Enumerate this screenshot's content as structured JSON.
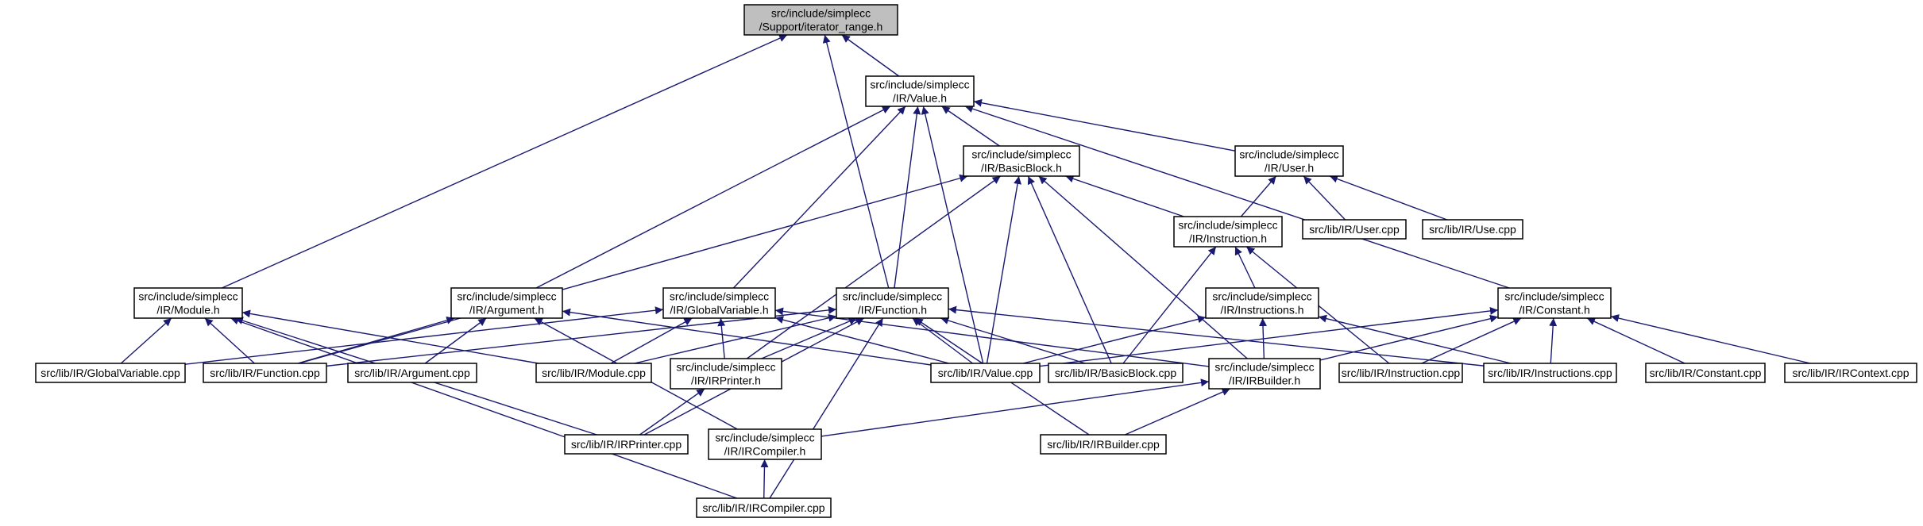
{
  "graph": {
    "nodes": [
      {
        "id": "iterator_range",
        "lines": [
          "src/include/simplecc",
          "/Support/iterator_range.h"
        ],
        "root": true
      },
      {
        "id": "value_h",
        "lines": [
          "src/include/simplecc",
          "/IR/Value.h"
        ]
      },
      {
        "id": "basicblock_h",
        "lines": [
          "src/include/simplecc",
          "/IR/BasicBlock.h"
        ]
      },
      {
        "id": "user_h",
        "lines": [
          "src/include/simplecc",
          "/IR/User.h"
        ]
      },
      {
        "id": "instruction_h",
        "lines": [
          "src/include/simplecc",
          "/IR/Instruction.h"
        ]
      },
      {
        "id": "user_cpp",
        "lines": [
          "src/lib/IR/User.cpp"
        ]
      },
      {
        "id": "use_cpp",
        "lines": [
          "src/lib/IR/Use.cpp"
        ]
      },
      {
        "id": "module_h",
        "lines": [
          "src/include/simplecc",
          "/IR/Module.h"
        ]
      },
      {
        "id": "argument_h",
        "lines": [
          "src/include/simplecc",
          "/IR/Argument.h"
        ]
      },
      {
        "id": "globalvariable_h",
        "lines": [
          "src/include/simplecc",
          "/IR/GlobalVariable.h"
        ]
      },
      {
        "id": "function_h",
        "lines": [
          "src/include/simplecc",
          "/IR/Function.h"
        ]
      },
      {
        "id": "instructions_h",
        "lines": [
          "src/include/simplecc",
          "/IR/Instructions.h"
        ]
      },
      {
        "id": "constant_h",
        "lines": [
          "src/include/simplecc",
          "/IR/Constant.h"
        ]
      },
      {
        "id": "globalvariable_cpp",
        "lines": [
          "src/lib/IR/GlobalVariable.cpp"
        ]
      },
      {
        "id": "function_cpp",
        "lines": [
          "src/lib/IR/Function.cpp"
        ]
      },
      {
        "id": "argument_cpp",
        "lines": [
          "src/lib/IR/Argument.cpp"
        ]
      },
      {
        "id": "module_cpp",
        "lines": [
          "src/lib/IR/Module.cpp"
        ]
      },
      {
        "id": "irprinter_h",
        "lines": [
          "src/include/simplecc",
          "/IR/IRPrinter.h"
        ]
      },
      {
        "id": "value_cpp",
        "lines": [
          "src/lib/IR/Value.cpp"
        ]
      },
      {
        "id": "basicblock_cpp",
        "lines": [
          "src/lib/IR/BasicBlock.cpp"
        ]
      },
      {
        "id": "irbuilder_h",
        "lines": [
          "src/include/simplecc",
          "/IR/IRBuilder.h"
        ]
      },
      {
        "id": "instruction_cpp",
        "lines": [
          "src/lib/IR/Instruction.cpp"
        ]
      },
      {
        "id": "instructions_cpp",
        "lines": [
          "src/lib/IR/Instructions.cpp"
        ]
      },
      {
        "id": "constant_cpp",
        "lines": [
          "src/lib/IR/Constant.cpp"
        ]
      },
      {
        "id": "ircontext_cpp",
        "lines": [
          "src/lib/IR/IRContext.cpp"
        ]
      },
      {
        "id": "irprinter_cpp",
        "lines": [
          "src/lib/IR/IRPrinter.cpp"
        ]
      },
      {
        "id": "ircompiler_h",
        "lines": [
          "src/include/simplecc",
          "/IR/IRCompiler.h"
        ]
      },
      {
        "id": "irbuilder_cpp",
        "lines": [
          "src/lib/IR/IRBuilder.cpp"
        ]
      },
      {
        "id": "ircompiler_cpp",
        "lines": [
          "src/lib/IR/IRCompiler.cpp"
        ]
      }
    ],
    "edges": [
      [
        "value_h",
        "iterator_range"
      ],
      [
        "module_h",
        "iterator_range"
      ],
      [
        "function_h",
        "iterator_range"
      ],
      [
        "basicblock_h",
        "value_h"
      ],
      [
        "user_h",
        "value_h"
      ],
      [
        "argument_h",
        "value_h"
      ],
      [
        "globalvariable_h",
        "value_h"
      ],
      [
        "function_h",
        "value_h"
      ],
      [
        "value_cpp",
        "value_h"
      ],
      [
        "constant_h",
        "value_h"
      ],
      [
        "instruction_h",
        "basicblock_h"
      ],
      [
        "function_cpp",
        "basicblock_h"
      ],
      [
        "irprinter_h",
        "basicblock_h"
      ],
      [
        "value_cpp",
        "basicblock_h"
      ],
      [
        "basicblock_cpp",
        "basicblock_h"
      ],
      [
        "irbuilder_h",
        "basicblock_h"
      ],
      [
        "instruction_h",
        "user_h"
      ],
      [
        "user_cpp",
        "user_h"
      ],
      [
        "use_cpp",
        "user_h"
      ],
      [
        "instructions_h",
        "instruction_h"
      ],
      [
        "basicblock_cpp",
        "instruction_h"
      ],
      [
        "instruction_cpp",
        "instruction_h"
      ],
      [
        "globalvariable_cpp",
        "module_h"
      ],
      [
        "function_cpp",
        "module_h"
      ],
      [
        "module_cpp",
        "module_h"
      ],
      [
        "irprinter_cpp",
        "module_h"
      ],
      [
        "ircompiler_cpp",
        "module_h"
      ],
      [
        "function_cpp",
        "argument_h"
      ],
      [
        "argument_cpp",
        "argument_h"
      ],
      [
        "value_cpp",
        "argument_h"
      ],
      [
        "ircompiler_h",
        "argument_h"
      ],
      [
        "globalvariable_cpp",
        "globalvariable_h"
      ],
      [
        "module_cpp",
        "globalvariable_h"
      ],
      [
        "irprinter_h",
        "globalvariable_h"
      ],
      [
        "value_cpp",
        "globalvariable_h"
      ],
      [
        "irbuilder_h",
        "globalvariable_h"
      ],
      [
        "function_cpp",
        "function_h"
      ],
      [
        "module_cpp",
        "function_h"
      ],
      [
        "irprinter_h",
        "function_h"
      ],
      [
        "value_cpp",
        "function_h"
      ],
      [
        "basicblock_cpp",
        "function_h"
      ],
      [
        "instructions_cpp",
        "function_h"
      ],
      [
        "irprinter_cpp",
        "function_h"
      ],
      [
        "irbuilder_cpp",
        "function_h"
      ],
      [
        "ircompiler_cpp",
        "function_h"
      ],
      [
        "value_cpp",
        "instructions_h"
      ],
      [
        "irbuilder_h",
        "instructions_h"
      ],
      [
        "instructions_cpp",
        "instructions_h"
      ],
      [
        "value_cpp",
        "constant_h"
      ],
      [
        "irbuilder_h",
        "constant_h"
      ],
      [
        "instruction_cpp",
        "constant_h"
      ],
      [
        "instructions_cpp",
        "constant_h"
      ],
      [
        "constant_cpp",
        "constant_h"
      ],
      [
        "ircontext_cpp",
        "constant_h"
      ],
      [
        "irprinter_cpp",
        "irprinter_h"
      ],
      [
        "ircompiler_h",
        "irbuilder_h"
      ],
      [
        "irbuilder_cpp",
        "irbuilder_h"
      ],
      [
        "ircompiler_cpp",
        "ircompiler_h"
      ]
    ]
  }
}
